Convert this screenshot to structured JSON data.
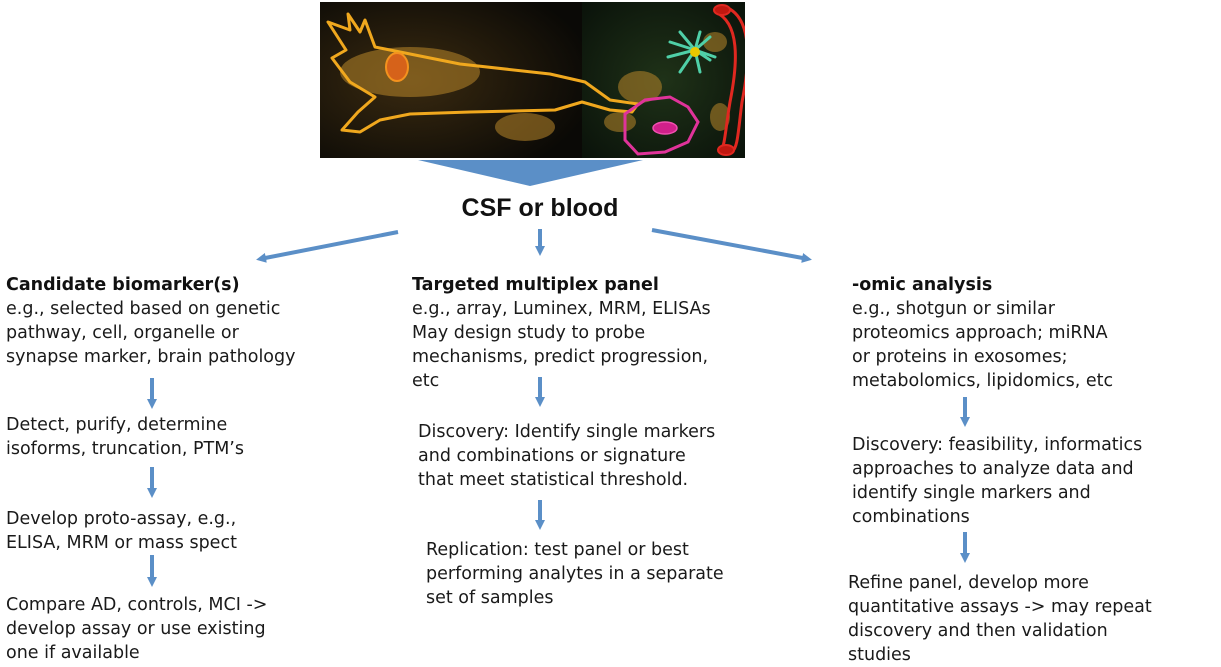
{
  "top": {
    "title": "CSF or blood"
  },
  "columns": [
    {
      "heading": "Candidate biomarker(s)",
      "intro": [
        "e.g., selected based on genetic",
        "pathway, cell, organelle or",
        "synapse marker, brain pathology"
      ],
      "steps": [
        [
          "Detect, purify, determine",
          "isoforms, truncation, PTM’s"
        ],
        [
          "Develop proto-assay, e.g.,",
          "ELISA, MRM or mass spect"
        ],
        [
          "Compare AD, controls, MCI ->",
          "develop assay or use existing",
          "one if available"
        ]
      ]
    },
    {
      "heading": "Targeted multiplex panel",
      "intro": [
        "e.g., array, Luminex, MRM, ELISAs",
        "May design study to probe",
        "mechanisms, predict progression,",
        "etc"
      ],
      "steps": [
        [
          "Discovery: Identify single markers",
          "and combinations or signature",
          "that meet statistical threshold."
        ],
        [
          "Replication: test panel or best",
          "performing analytes in a separate",
          "set of samples"
        ]
      ]
    },
    {
      "heading": "-omic analysis",
      "intro": [
        "e.g., shotgun or similar",
        "proteomics approach; miRNA",
        "or proteins in exosomes;",
        "metabolomics, lipidomics, etc"
      ],
      "steps": [
        [
          "Discovery: feasibility, informatics",
          "approaches to analyze data and",
          "identify single markers and",
          "combinations"
        ],
        [
          "Refine panel, develop more",
          "quantitative assays -> may repeat",
          "discovery and then validation",
          "studies"
        ]
      ]
    }
  ],
  "colors": {
    "arrow": "#5b8fc7",
    "neuron": "#f0a81e",
    "astrocyte": "#4fd0a8",
    "microglia": "#e0339a",
    "vessel": "#e02820",
    "background": "#0e140c"
  }
}
